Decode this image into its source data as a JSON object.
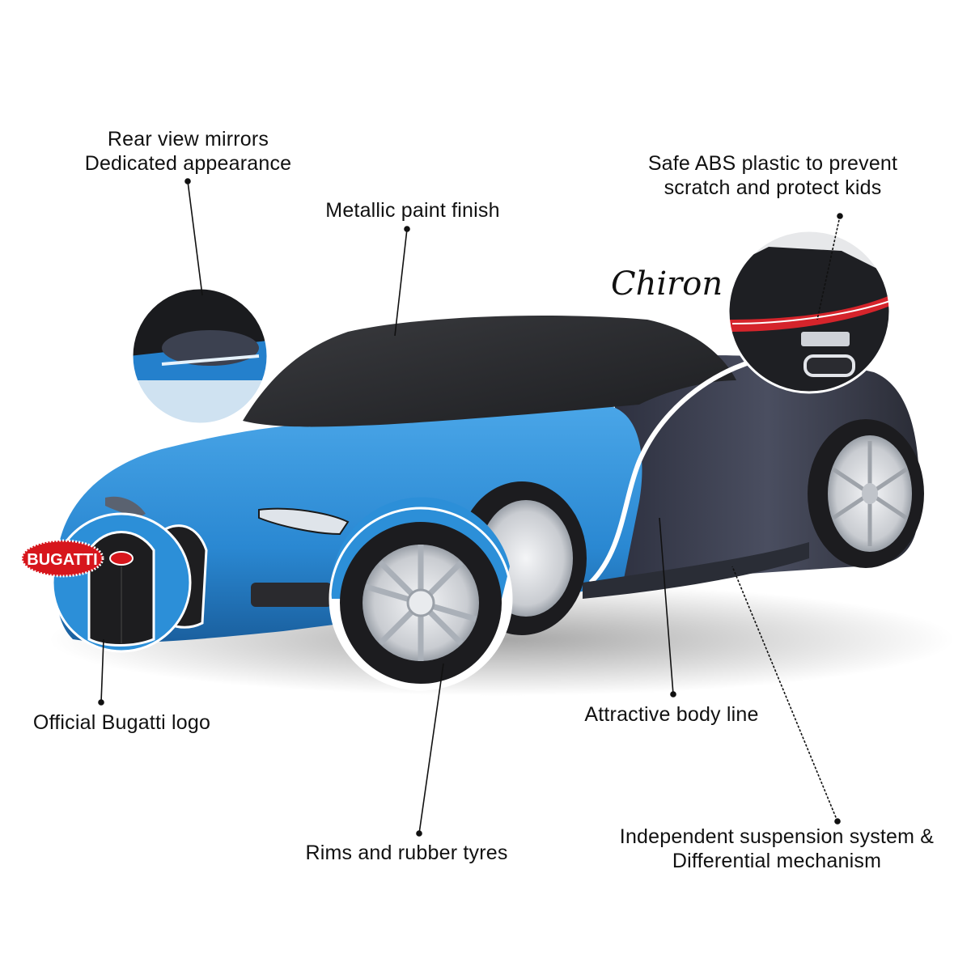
{
  "product": {
    "subject": "Blue and black Bugatti Chiron RC toy car with feature callouts",
    "body_color": "#2c8fd8",
    "roof_color": "#2a2b2e",
    "rear_color": "#3a3d4a",
    "wheel_color": "#d9dce0",
    "badge_color": "#d7161c",
    "script_logo": "Chiron",
    "badge_text": "BUGATTI"
  },
  "callouts": [
    {
      "id": "mirrors",
      "lines": [
        "Rear view mirrors",
        "Dedicated appearance"
      ]
    },
    {
      "id": "paint",
      "lines": [
        "Metallic paint finish"
      ]
    },
    {
      "id": "abs",
      "lines": [
        "Safe ABS plastic to prevent",
        "scratch and protect kids"
      ]
    },
    {
      "id": "logo",
      "lines": [
        "Official Bugatti logo"
      ]
    },
    {
      "id": "body-line",
      "lines": [
        "Attractive body line"
      ]
    },
    {
      "id": "rims",
      "lines": [
        "Rims and rubber tyres"
      ]
    },
    {
      "id": "suspension",
      "lines": [
        "Independent suspension system &",
        "Differential mechanism"
      ]
    }
  ]
}
